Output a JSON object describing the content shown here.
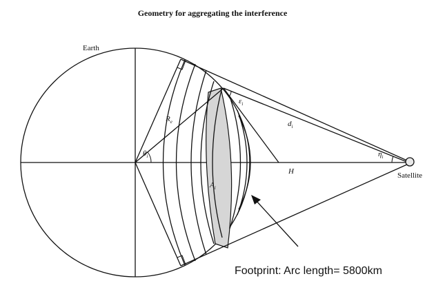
{
  "title": "Geometry for aggregating the interference",
  "labels": {
    "earth": "Earth",
    "satellite": "Satellite",
    "r_e_main": "R",
    "r_e_sub": "e",
    "theta_main": "θ",
    "theta_sub": "i",
    "epsilon_main": "ε",
    "epsilon_sub": "i",
    "d_main": "d",
    "d_sub": "i",
    "eta_main": "η",
    "eta_sub": "i",
    "h": "H",
    "a_main": "A",
    "a_sub": "i"
  },
  "footprint": {
    "text": "Footprint: Arc length= 5800km"
  },
  "colors": {
    "shaded_annulus": "#d6d6d6",
    "lines": "#111111"
  }
}
